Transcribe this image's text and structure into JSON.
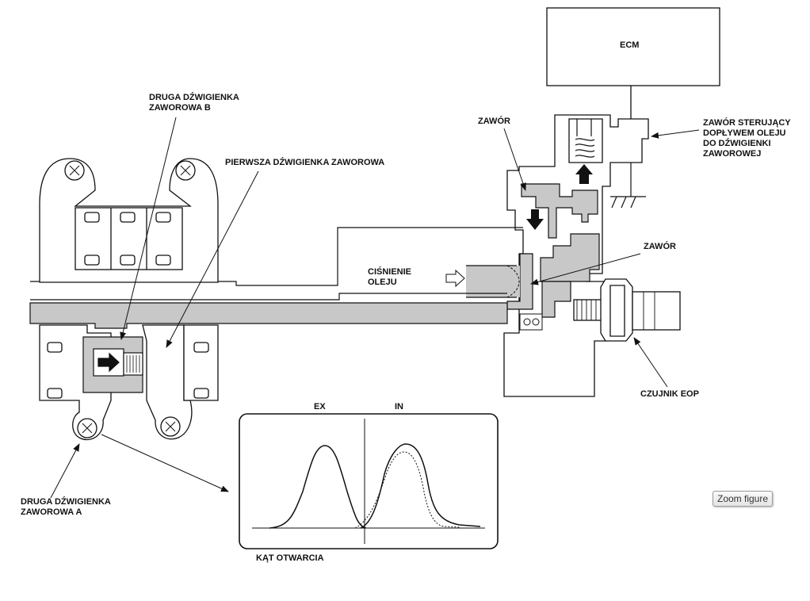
{
  "labels": {
    "ecm": "ECM",
    "rocker_b": "DRUGA DŹWIGIENKA\nZAWOROWA B",
    "first_rocker": "PIERWSZA DŹWIGIENKA ZAWOROWA",
    "valve_top": "ZAWÓR",
    "control_valve": "ZAWÓR STERUJĄCY\nDOPŁYWEM OLEJU\nDO DŹWIGIENKI\nZAWOROWEJ",
    "valve_mid": "ZAWÓR",
    "oil_pressure": "CIŚNIENIE\nOLEJU",
    "eop_sensor": "CZUJNIK EOP",
    "rocker_a": "DRUGA DŹWIGIENKA\nZAWOROWA A",
    "graph_ex": "EX",
    "graph_in": "IN",
    "opening_angle": "KĄT OTWARCIA"
  },
  "zoom_button": "Zoom figure",
  "colors": {
    "line": "#111111",
    "fill": "#c8c8c8",
    "oil": "#bdbdbd"
  }
}
